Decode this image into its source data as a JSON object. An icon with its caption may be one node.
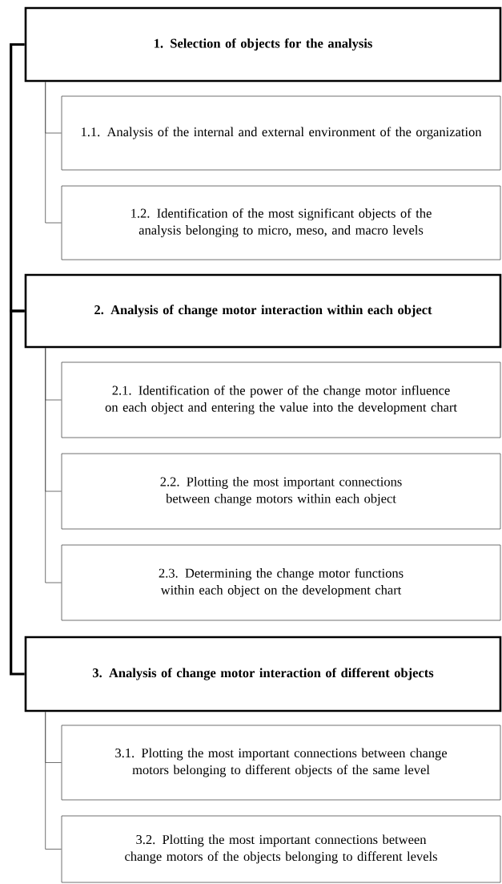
{
  "diagram": {
    "nodes": [
      {
        "text": [
          "1. Selection of objects for the analysis"
        ]
      },
      {
        "text": [
          "1.1. Analysis of the internal and external environment of the organization"
        ]
      },
      {
        "text": [
          "1.2. Identification of the most significant objects of the analysis belonging to micro, meso, and macro levels"
        ]
      },
      {
        "text": [
          "2. Analysis of change motor interaction within each object"
        ]
      },
      {
        "text": [
          "2.1. Identification of the power of the change motor influence on each object and entering the value into the development chart"
        ]
      },
      {
        "text": [
          "2.2. Plotting the most important connections between change motors within each object"
        ]
      },
      {
        "text": [
          "2.3. Determining the change motor functions within each object on the development chart"
        ]
      },
      {
        "text": [
          "3. Analysis of change motor interaction of different objects"
        ]
      },
      {
        "text": [
          "3.1. Plotting the most important connections between change motors belonging to different objects of the same level"
        ]
      },
      {
        "text": [
          "3.2. Plotting the most important connections between change motors of the objects belonging to different levels"
        ]
      }
    ],
    "edges": [
      {
        "from": 0,
        "to": 3,
        "arrow": "none",
        "style": "thick"
      },
      {
        "from": 3,
        "to": 7,
        "arrow": "none",
        "style": "thick"
      },
      {
        "from": 0,
        "to": 1,
        "arrow": "none"
      },
      {
        "from": 0,
        "to": 2,
        "arrow": "none"
      },
      {
        "from": 3,
        "to": 4,
        "arrow": "none"
      },
      {
        "from": 3,
        "to": 5,
        "arrow": "none"
      },
      {
        "from": 3,
        "to": 6,
        "arrow": "none"
      },
      {
        "from": 7,
        "to": 8,
        "arrow": "none"
      },
      {
        "from": 7,
        "to": 9,
        "arrow": "none"
      }
    ]
  }
}
